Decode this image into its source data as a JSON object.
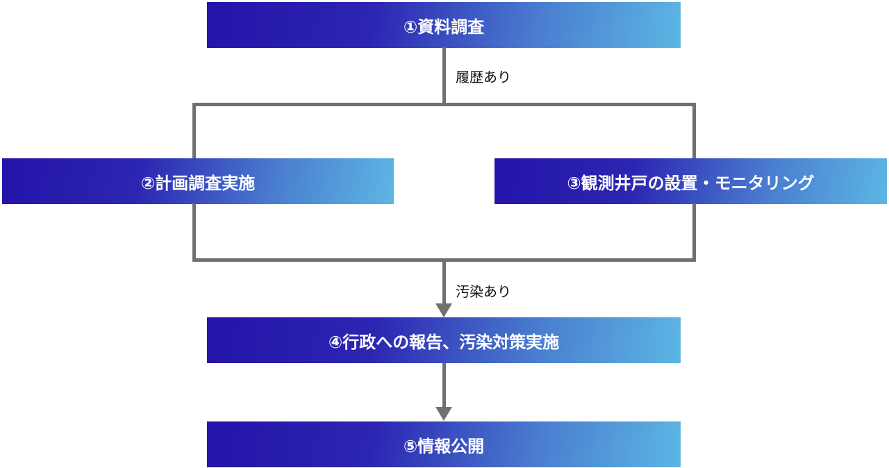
{
  "steps": {
    "s1": "①資料調査",
    "s2": "②計画調査実施",
    "s3": "③観測井戸の設置・モニタリング",
    "s4": "④行政への報告、汚染対策実施",
    "s5": "⑤情報公開"
  },
  "edges": {
    "history": "履歴あり",
    "contamination": "汚染あり"
  }
}
